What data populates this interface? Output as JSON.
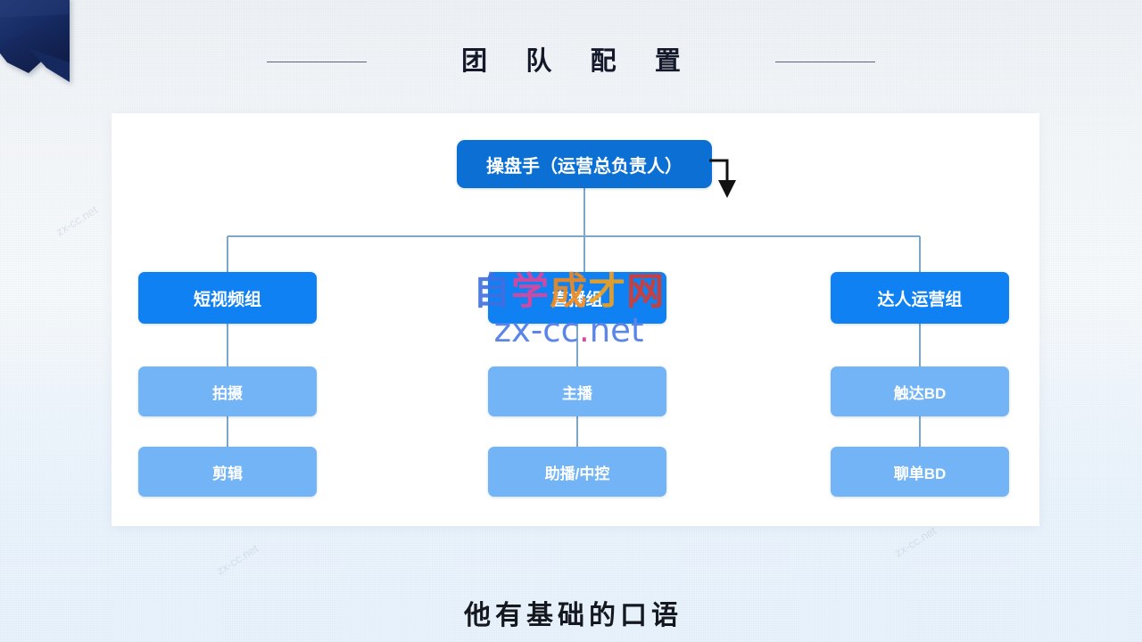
{
  "slide": {
    "title": "团 队 配 置",
    "subtitle": "他有基础的口语"
  },
  "decorations": {
    "corner_ribbon": "corner-ribbon-navy",
    "title_rule_left": "title-rule-left",
    "title_rule_right": "title-rule-right",
    "root_arrow": "down-arrow-icon"
  },
  "org_chart": {
    "root": {
      "label": "操盘手（运营总负责人）",
      "color": "#0c6fd4"
    },
    "branches": [
      {
        "label": "短视频组",
        "color": "#1081f2",
        "children": [
          {
            "label": "拍摄",
            "color": "#72b4f5"
          },
          {
            "label": "剪辑",
            "color": "#72b4f5"
          }
        ]
      },
      {
        "label": "直播组",
        "color": "#1081f2",
        "children": [
          {
            "label": "主播",
            "color": "#72b4f5"
          },
          {
            "label": "助播/中控",
            "color": "#72b4f5"
          }
        ]
      },
      {
        "label": "达人运营组",
        "color": "#1081f2",
        "children": [
          {
            "label": "触达BD",
            "color": "#72b4f5"
          },
          {
            "label": "聊单BD",
            "color": "#72b4f5"
          }
        ]
      }
    ],
    "connector_color": "#7ca7c9"
  },
  "watermark": {
    "cn_chars": [
      "自",
      "学",
      "成",
      "才",
      "网"
    ],
    "url_left": "zx-cc",
    "url_dot": ".",
    "url_right": "net",
    "tile_text": "zx-cc.net"
  }
}
